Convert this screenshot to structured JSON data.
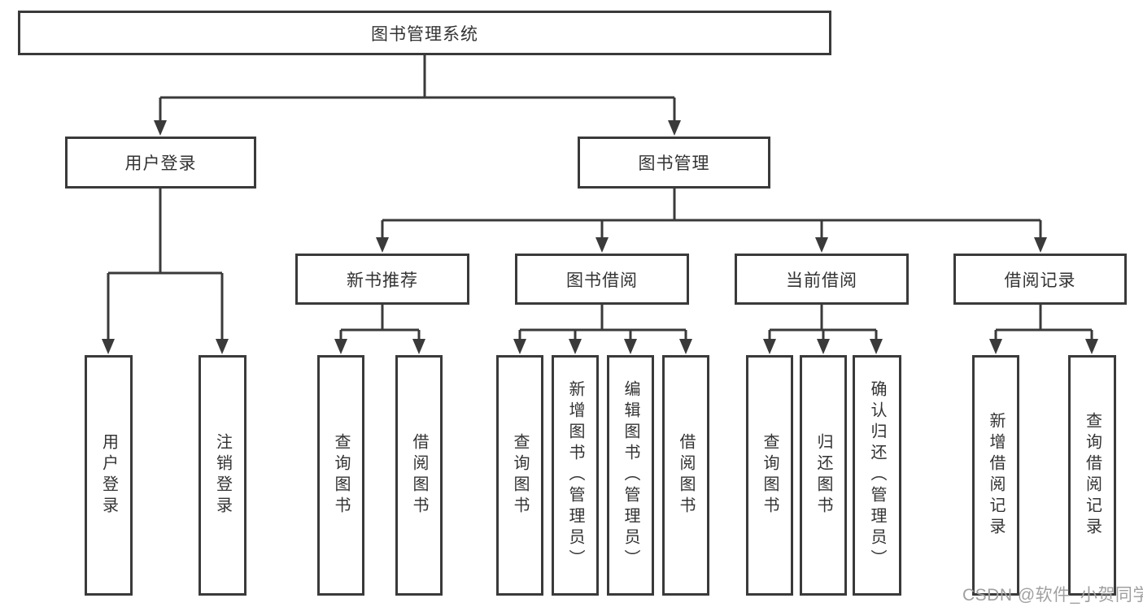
{
  "diagram": {
    "type": "hierarchy-tree",
    "colors": {
      "line": "#3a3a3a",
      "text": "#333333",
      "background": "#ffffff",
      "watermark": "#a0a0a0"
    },
    "root": {
      "label": "图书管理系统"
    },
    "branches": [
      {
        "label": "用户登录",
        "children": [
          {
            "label": "用户登录"
          },
          {
            "label": "注销登录"
          }
        ]
      },
      {
        "label": "图书管理",
        "children": [
          {
            "label": "新书推荐",
            "children": [
              {
                "label": "查询图书"
              },
              {
                "label": "借阅图书"
              }
            ]
          },
          {
            "label": "图书借阅",
            "children": [
              {
                "label": "查询图书"
              },
              {
                "label": "新增图书（管理员）"
              },
              {
                "label": "编辑图书（管理员）"
              },
              {
                "label": "借阅图书"
              }
            ]
          },
          {
            "label": "当前借阅",
            "children": [
              {
                "label": "查询图书"
              },
              {
                "label": "归还图书"
              },
              {
                "label": "确认归还（管理员）"
              }
            ]
          },
          {
            "label": "借阅记录",
            "children": [
              {
                "label": "新增借阅记录"
              },
              {
                "label": "查询借阅记录"
              }
            ]
          }
        ]
      }
    ],
    "watermark": "CSDN @软件_小贺同学"
  }
}
